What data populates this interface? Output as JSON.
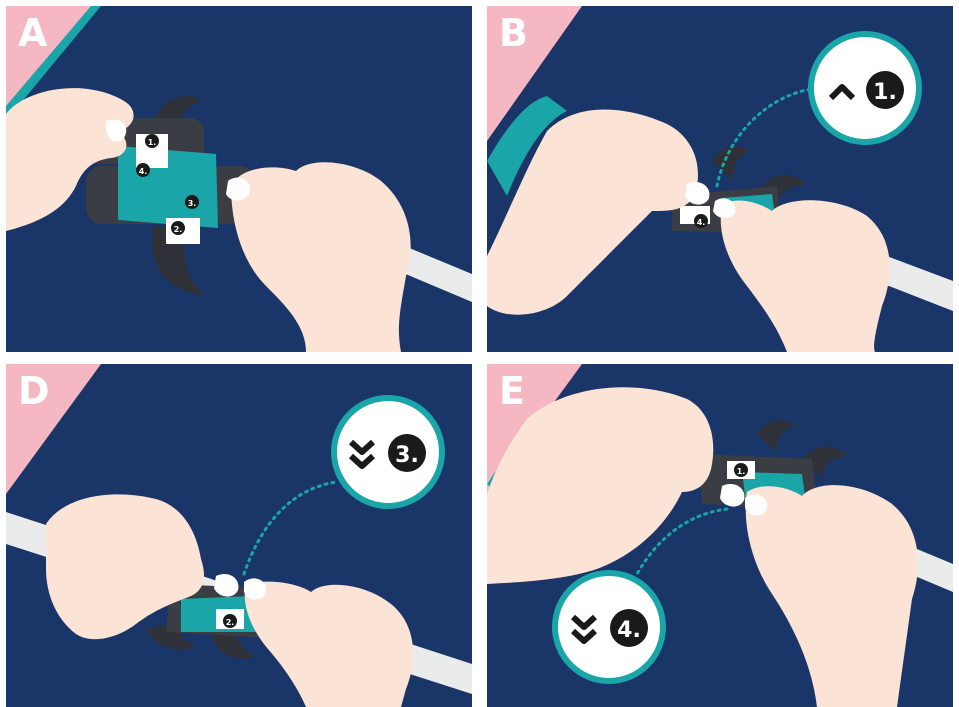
{
  "colors": {
    "background": "#1a3568",
    "corner": "#f5b8c3",
    "teal": "#1aa6a8",
    "skin": "#fbe3d6",
    "skin_shadow": "#ecc7b5",
    "clip": "#3a3d44",
    "rod": "#e9eceb"
  },
  "panels": [
    {
      "letter": "A",
      "steps": [
        "1.",
        "2.",
        "3.",
        "4."
      ]
    },
    {
      "letter": "B",
      "callout": {
        "icon": "chevron-up-icon",
        "step": "1."
      },
      "tag": "4."
    },
    {
      "letter": "D",
      "callout": {
        "icon": "double-chevron-down-icon",
        "step": "3."
      },
      "tag": "2."
    },
    {
      "letter": "E",
      "callout": {
        "icon": "double-chevron-down-icon",
        "step": "4."
      },
      "tag": "1."
    }
  ]
}
